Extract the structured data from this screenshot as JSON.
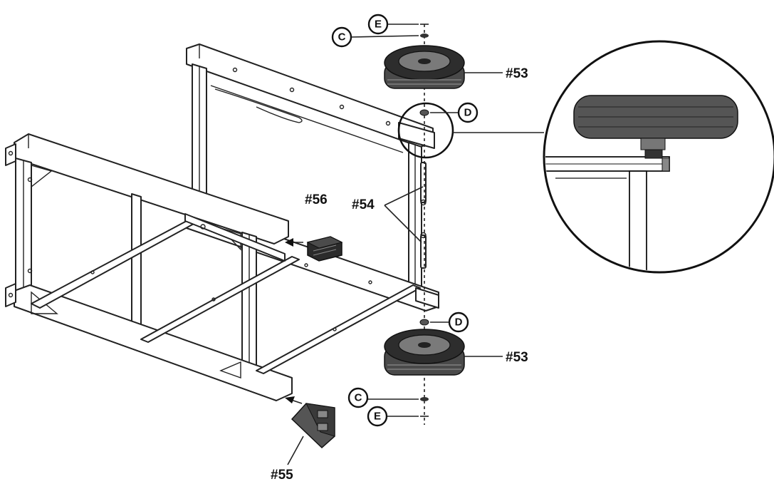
{
  "parts": {
    "wheel_top": "#53",
    "wheel_bottom": "#53",
    "axle": "#54",
    "bracket": "#56",
    "leg_cap": "#55"
  },
  "callouts": {
    "e_top": "E",
    "c_top": "C",
    "d_top": "D",
    "d_bottom": "D",
    "c_bottom": "C",
    "e_bottom": "E"
  }
}
